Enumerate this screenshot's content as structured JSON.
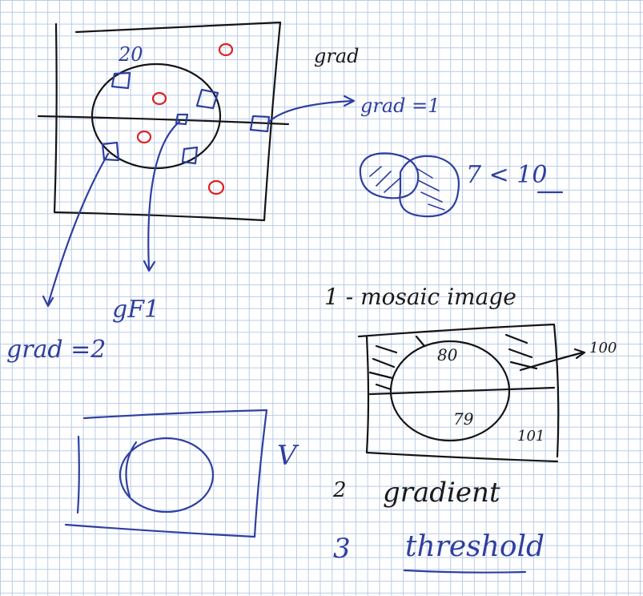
{
  "labels": {
    "grad": "grad",
    "count_20": "20",
    "grad_eq_1": "grad =1",
    "seven_lt_10": "7 < 10",
    "gf1": "gF1",
    "grad_eq_2": "grad =2",
    "mosaic": "1 - mosaic image",
    "val_80": "80",
    "val_100": "100",
    "val_79": "79",
    "val_101": "101",
    "v_mark": "V",
    "step_2": "2",
    "step_2_text": "gradient",
    "step_3": "3",
    "step_3_text": "threshold"
  },
  "colors": {
    "ink": "#141414",
    "blue_ink": "#2f3fa0",
    "red_ink": "#e02020",
    "grid": "#b9cbe6",
    "paper": "#ffffff"
  }
}
